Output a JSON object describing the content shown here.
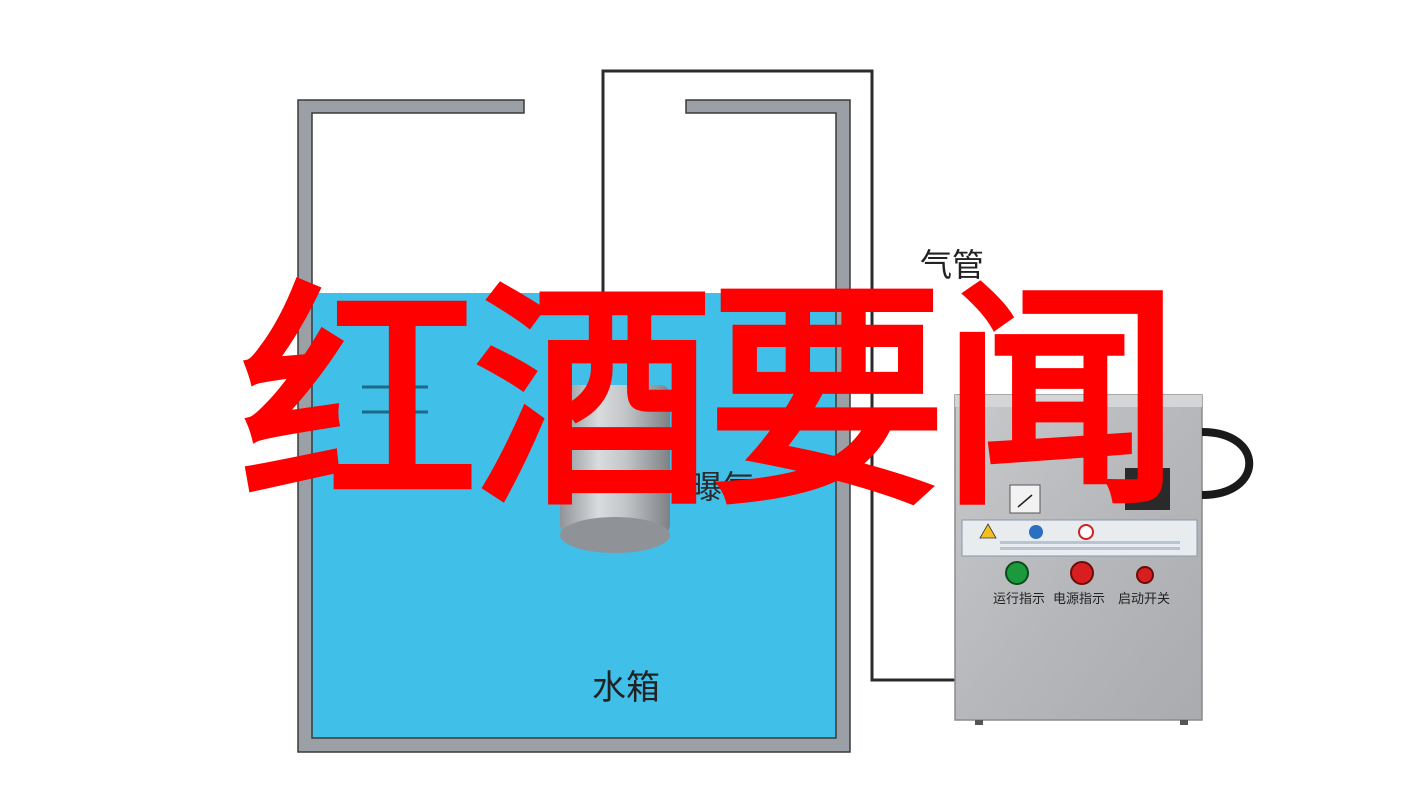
{
  "labels": {
    "air_pipe": "气管",
    "diffuser": "曝气",
    "water_tank": "水箱"
  },
  "controls": {
    "run_indicator": "运行指示",
    "power_indicator": "电源指示",
    "start_switch": "启动开关"
  },
  "overlay": {
    "title": "红酒要闻"
  },
  "colors": {
    "water": "#40bfe8",
    "tank_wall": "#9aa0a5",
    "pipe": "#2b2b2b",
    "overlay_text": "#ff0000",
    "run_button": "#1a9a3c",
    "power_button": "#d81e1e",
    "start_button": "#d81e1e"
  }
}
